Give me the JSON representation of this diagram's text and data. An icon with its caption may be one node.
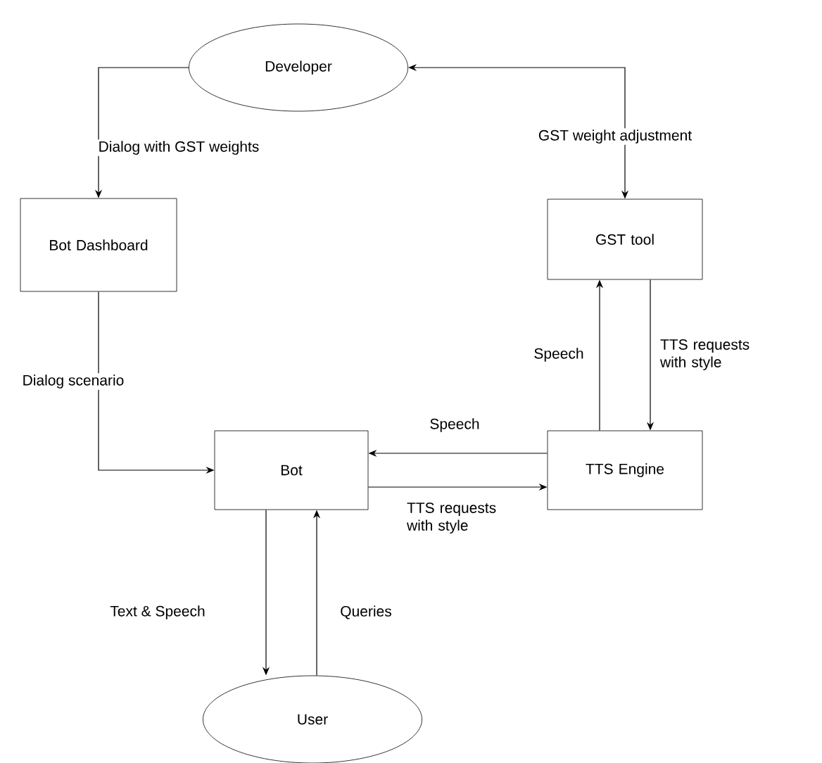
{
  "diagram": {
    "nodes": [
      {
        "text": [
          "Developer"
        ]
      },
      {
        "text": [
          "Bot Dashboard"
        ]
      },
      {
        "text": [
          "GST tool"
        ]
      },
      {
        "text": [
          "Bot"
        ]
      },
      {
        "text": [
          "TTS Engine"
        ]
      },
      {
        "text": [
          "User"
        ]
      }
    ],
    "edges": [
      {
        "from": 0,
        "to": 1,
        "arrow": "to",
        "label": "Dialog with GST weights"
      },
      {
        "from": 2,
        "to": 0,
        "arrow": "both",
        "label": "GST weight adjustment"
      },
      {
        "from": 1,
        "to": 3,
        "arrow": "to",
        "label": "Dialog scenario"
      },
      {
        "from": 4,
        "to": 2,
        "arrow": "to",
        "label": "Speech"
      },
      {
        "from": 2,
        "to": 4,
        "arrow": "to",
        "label": "TTS requests with style"
      },
      {
        "from": 4,
        "to": 3,
        "arrow": "to",
        "label": "Speech"
      },
      {
        "from": 3,
        "to": 4,
        "arrow": "to",
        "label": "TTS requests with style"
      },
      {
        "from": 3,
        "to": 5,
        "arrow": "to",
        "label": "Text & Speech"
      },
      {
        "from": 5,
        "to": 3,
        "arrow": "to",
        "label": "Queries"
      }
    ]
  }
}
